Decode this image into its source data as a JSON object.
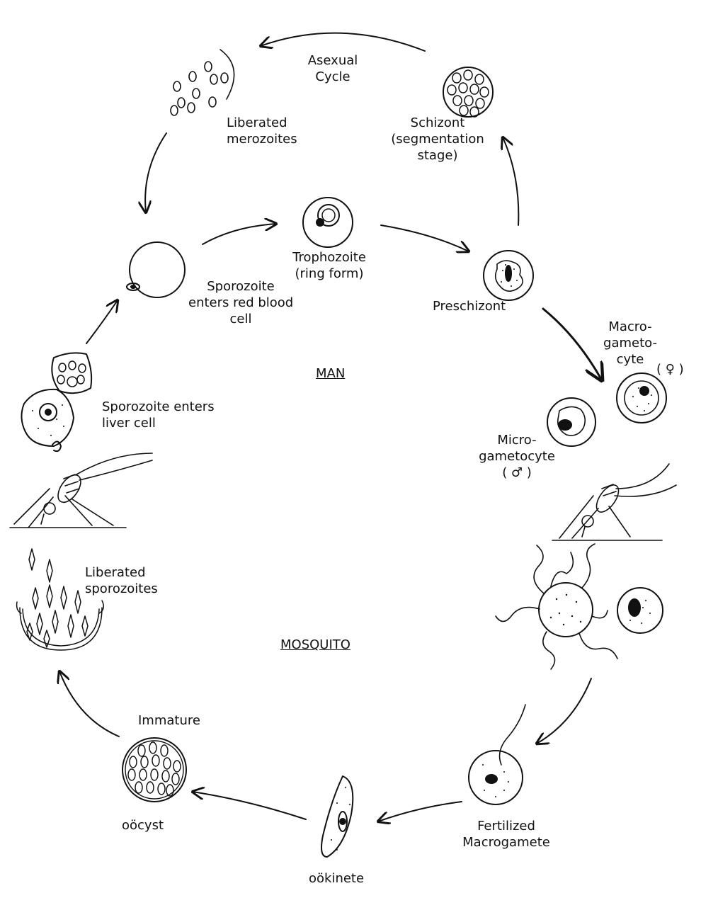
{
  "labels": {
    "asexual_cycle": "Asexual\nCycle",
    "liberated_merozoites": "Liberated\nmerozoites",
    "schizont": "Schizont\n(segmentation\nstage)",
    "trophozoite": "Trophozoite\n(ring form)",
    "preschizont": "Preschizont",
    "sporozoite_rbc": "Sporozoite\nenters red blood\ncell",
    "macrogametocyte": "Macro-\ngameto-\ncyte",
    "female_symbol": "( ♀ )",
    "man": "MAN",
    "sporozoite_liver": "Sporozoite enters\nliver cell",
    "microgametocyte": "Micro-\ngametocyte\n( ♂ )",
    "liberated_sporozoites": "Liberated\nsporozoites",
    "mosquito": "MOSQUITO",
    "immature": "Immature",
    "oocyst": "oöcyst",
    "fertilized_macrogamete": "Fertilized\nMacrogamete",
    "ookinete": "oökinete"
  },
  "colors": {
    "ink": "#111111",
    "paper": "#ffffff"
  }
}
